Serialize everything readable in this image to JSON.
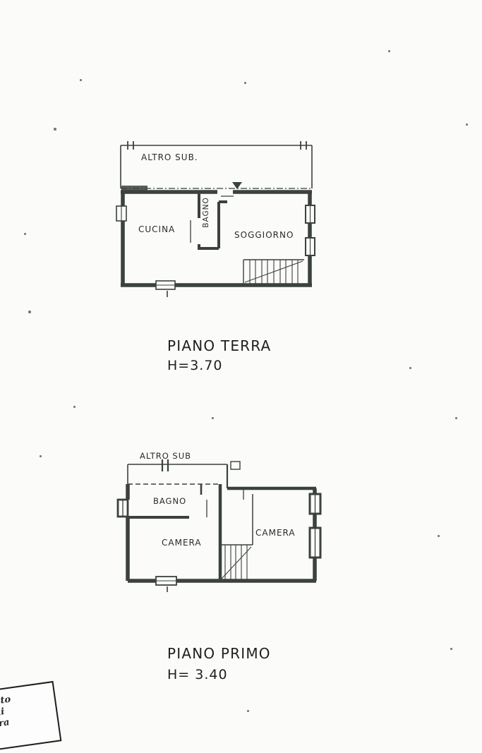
{
  "page": {
    "floors": [
      {
        "title": "PIANO TERRA",
        "height_label": "H=3.70",
        "rooms": {
          "altro_sub": "ALTRO SUB.",
          "cucina": "CUCINA",
          "bagno": "BAGNO",
          "soggiorno": "SOGGIORNO"
        }
      },
      {
        "title": "PIANO PRIMO",
        "height_label": "H= 3.40",
        "rooms": {
          "altro_sub": "ALTRO SUB",
          "bagno": "BAGNO",
          "camera_1": "CAMERA",
          "camera_2": "CAMERA"
        }
      }
    ],
    "stamp": {
      "line1": "tto",
      "line2": "ni",
      "line3": "dra"
    }
  }
}
